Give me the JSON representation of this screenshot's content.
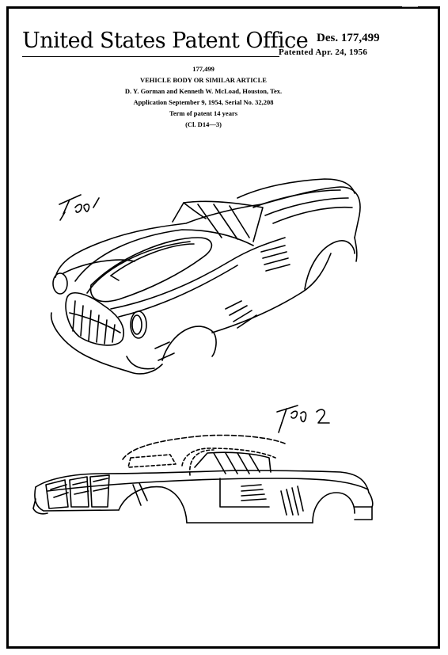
{
  "office_title": "United States Patent Office",
  "design_number": "Des. 177,499",
  "patented_date": "Patented Apr. 24, 1956",
  "patent_number": "177,499",
  "title": "VEHICLE BODY OR SIMILAR ARTICLE",
  "inventors": "D. Y. Gorman and Kenneth W. McLoad, Houston, Tex.",
  "application": "Application September 9, 1954, Serial No. 32,208",
  "term": "Term of patent 14 years",
  "classification": "(Cl. D14—3)",
  "figures": [
    {
      "label": "Fig. 1"
    },
    {
      "label": "Fig. 2"
    }
  ]
}
